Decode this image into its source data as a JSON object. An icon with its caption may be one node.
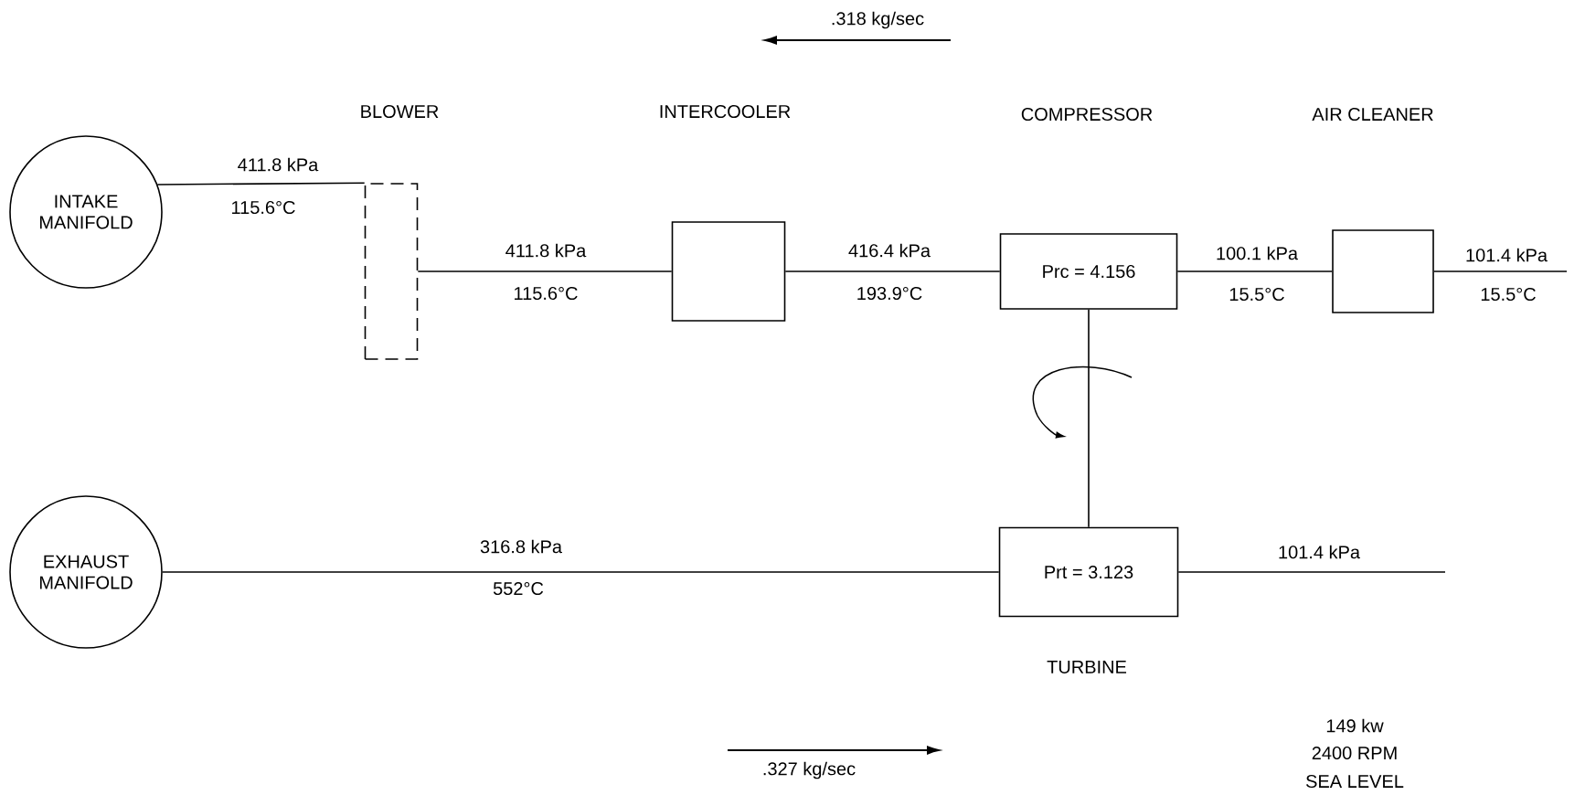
{
  "diagram": {
    "nodes": [
      {
        "text": [
          "INTAKE MANIFOLD"
        ]
      },
      {
        "text": [],
        "shape": "box"
      },
      {
        "text": [],
        "shape": "box"
      },
      {
        "text": [
          "Prc = 4.156"
        ]
      },
      {
        "text": [],
        "shape": "box"
      },
      {
        "text": [
          "EXHAUST MANIFOLD"
        ]
      },
      {
        "text": [
          "Prt = 3.123"
        ]
      }
    ],
    "edges": [
      {
        "from": 0,
        "to": 1,
        "arrow": "none",
        "label": "411.8 kPa"
      },
      {
        "from": 1,
        "to": 2,
        "arrow": "none",
        "label": "411.8 kPa"
      },
      {
        "from": 2,
        "to": 3,
        "arrow": "none",
        "label": "416.4 kPa"
      },
      {
        "from": 3,
        "to": 4,
        "arrow": "none",
        "label": "100.1 kPa"
      },
      {
        "from": 4,
        "to": null,
        "arrow": "none",
        "label": "101.4 kPa"
      },
      {
        "from": 3,
        "to": 6,
        "arrow": "none"
      },
      {
        "from": 5,
        "to": 6,
        "arrow": "none",
        "label": "316.8 kPa"
      },
      {
        "from": 6,
        "to": null,
        "arrow": "none",
        "label": "101.4 kPa"
      }
    ],
    "labels": [
      ".318 kg/sec",
      "BLOWER",
      "INTERCOOLER",
      "COMPRESSOR",
      "AIR CLEANER",
      "115.6°C",
      "115.6°C",
      "193.9°C",
      "15.5°C",
      "15.5°C",
      "552°C",
      "TURBINE",
      ".327 kg/sec",
      "149 kw",
      "2400 RPM",
      "SEA LEVEL"
    ]
  }
}
